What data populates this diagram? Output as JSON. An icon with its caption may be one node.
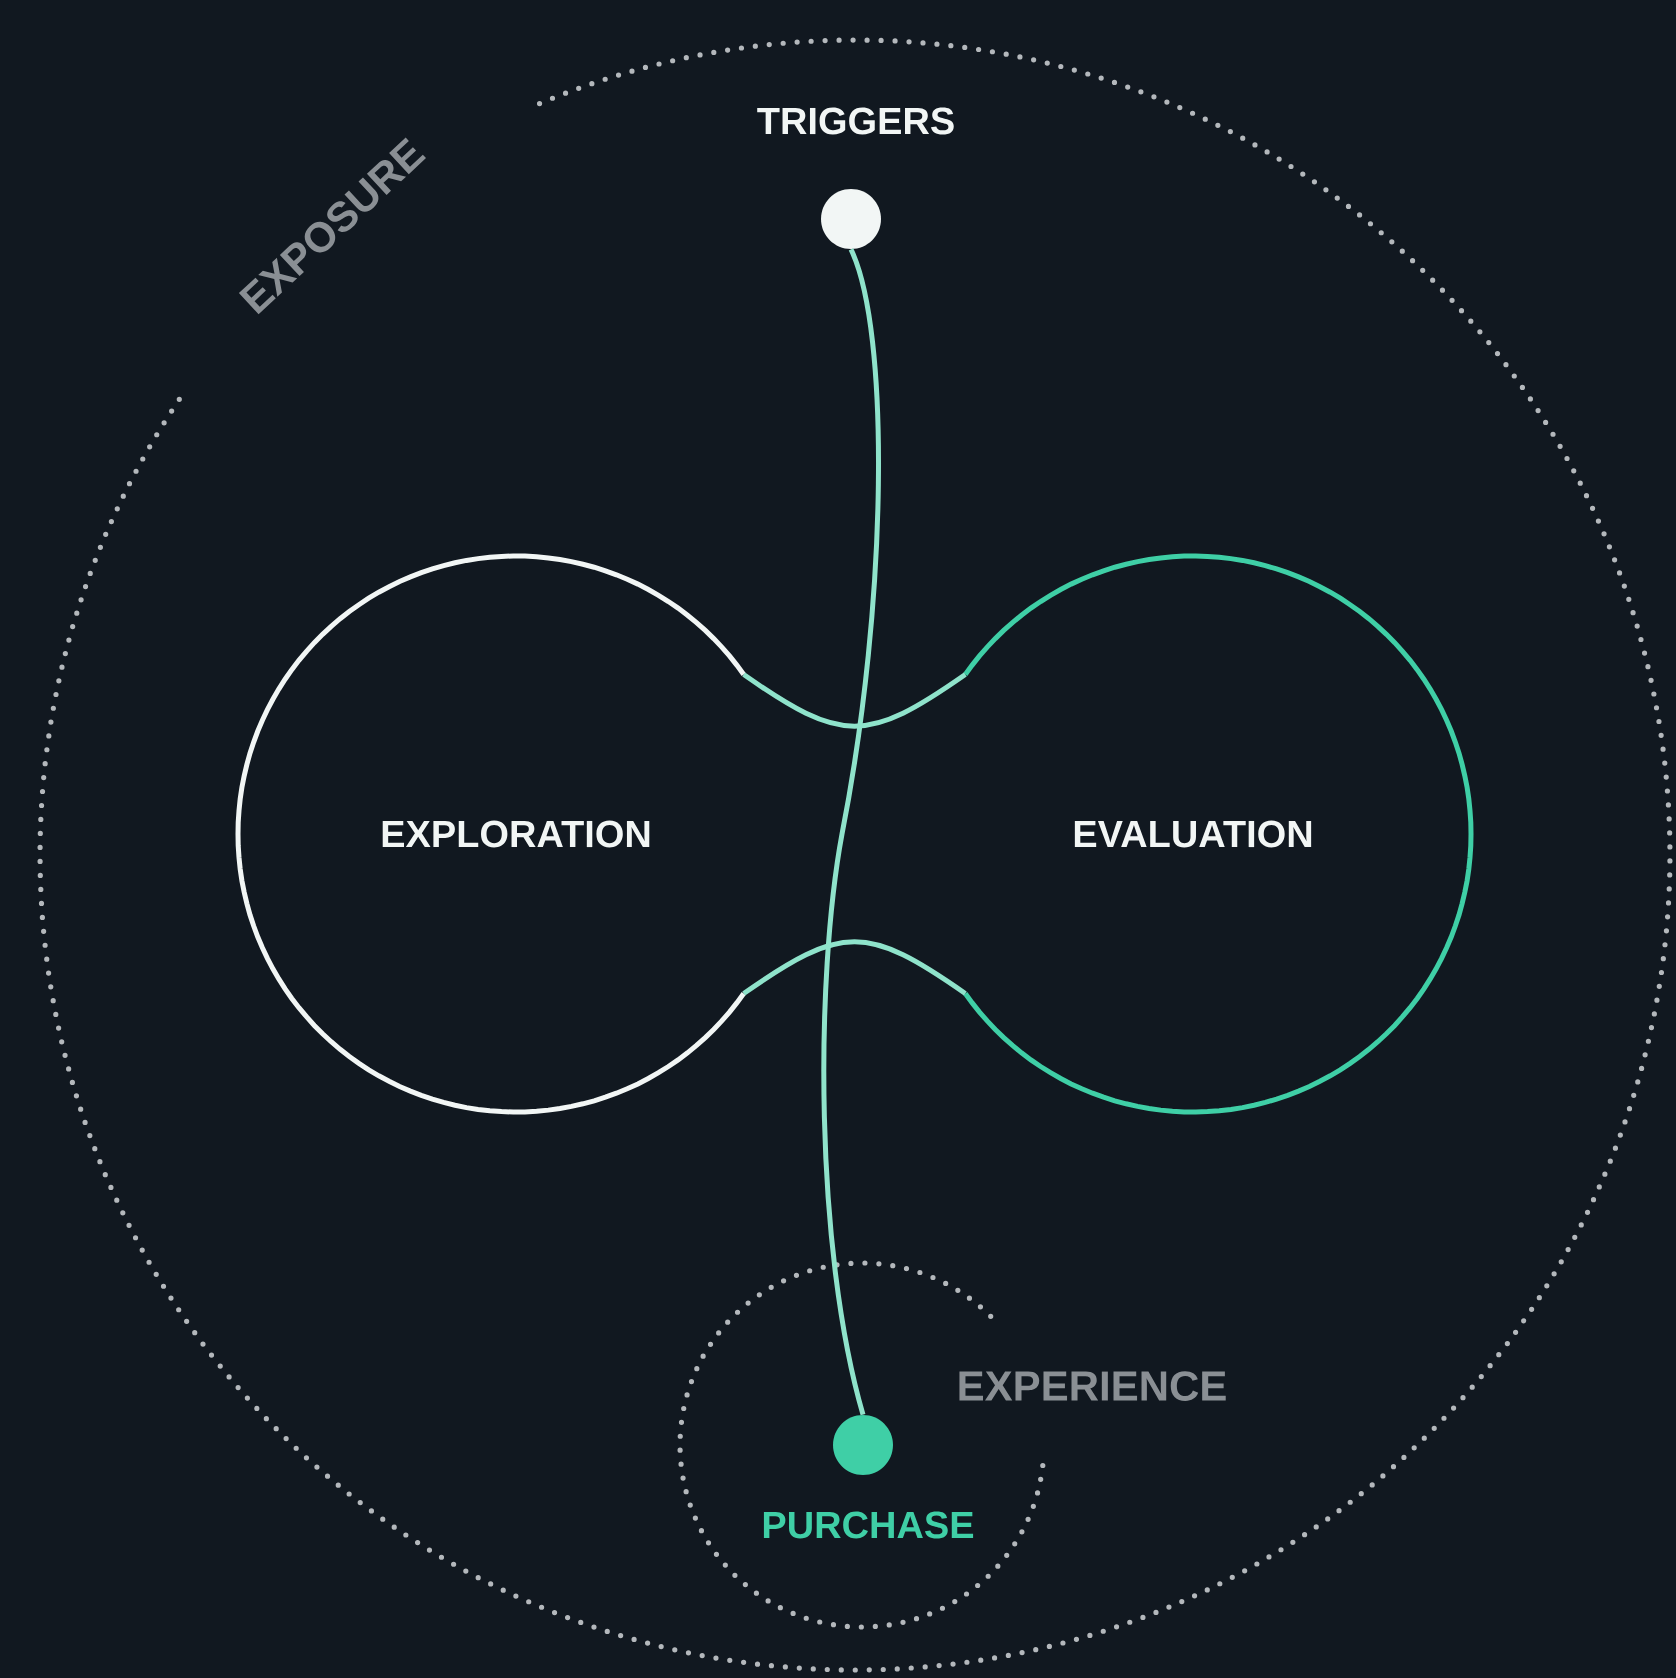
{
  "diagram": {
    "nodes": [
      {
        "text": [],
        "shape": "circle",
        "beside": [
          "TRIGGERS"
        ]
      },
      {
        "text": [
          "EXPLORATION"
        ]
      },
      {
        "text": [
          "EVALUATION"
        ]
      },
      {
        "text": [],
        "shape": "circle",
        "beside": [
          "PURCHASE"
        ]
      }
    ],
    "edges": [
      {
        "from": 0,
        "to": 3,
        "arrow": "none"
      },
      {
        "from": 1,
        "to": 2,
        "arrow": "none"
      },
      {
        "from": 1,
        "to": 2,
        "arrow": "none"
      }
    ],
    "labels": [
      "EXPOSURE",
      "EXPERIENCE"
    ]
  }
}
